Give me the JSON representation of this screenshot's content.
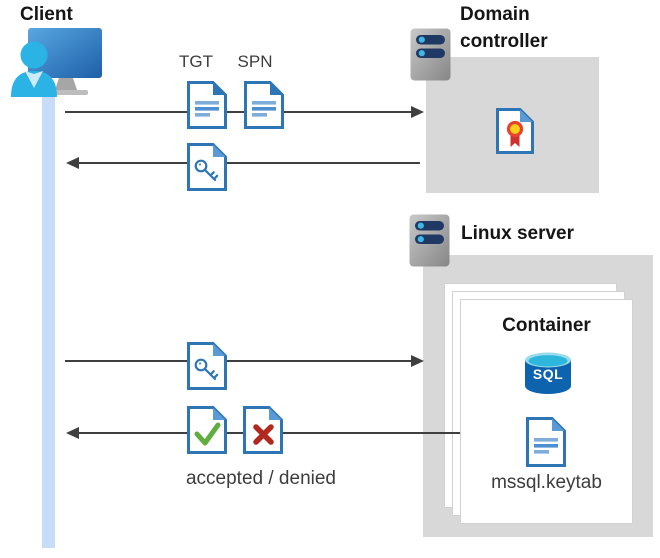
{
  "client": {
    "title": "Client"
  },
  "domain_controller": {
    "title": "Domain controller"
  },
  "linux_server": {
    "title": "Linux server"
  },
  "container": {
    "title": "Container",
    "sql_label": "SQL",
    "keytab_label": "mssql.keytab"
  },
  "flow": {
    "tgt": "TGT",
    "spn": "SPN",
    "result": "accepted / denied"
  },
  "icons": {
    "client_workstation": "monitor-with-user",
    "server": "server-tower-with-status-lights",
    "certificate_document": "document-with-ribbon-seal",
    "ticket_document": "document-with-text-lines",
    "key_document": "document-with-key",
    "accepted_document": "document-with-green-check",
    "denied_document": "document-with-red-cross",
    "sql_database": "blue-database-cylinder",
    "keytab_document": "document-with-text-lines"
  },
  "colors": {
    "doc_blue": "#2E75B6",
    "doc_line_light": "#7FACD9",
    "doc_line_medium": "#4D8FD1",
    "accent_cyan": "#2BB3E6",
    "accepted_green": "#5FAE3F",
    "denied_red": "#B0281E",
    "box_gray": "#D8D8D8",
    "arrow_gray": "#3F3F3F",
    "lifeline_blue": "#C7DCF6",
    "sql_body_blue": "#0E63AE",
    "sql_top_cyan": "#2EB7DC",
    "server_pill_navy": "#1F3864",
    "rosette_gold": "#FFD01A",
    "rosette_red": "#E8432D"
  }
}
